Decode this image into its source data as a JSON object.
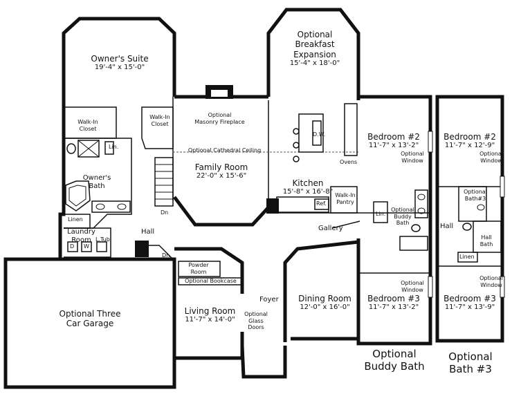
{
  "labels": {
    "owners_suite": {
      "name": "Owner's Suite",
      "dims": "19'-4\" x 15'-0\""
    },
    "breakfast": {
      "line1": "Optional",
      "line2": "Breakfast",
      "line3": "Expansion",
      "dims": "15'-4\" x 18'-0\""
    },
    "fireplace": {
      "line1": "Optional",
      "line2": "Masonry Fireplace"
    },
    "walkin_left": {
      "line1": "Walk-In",
      "line2": "Closet"
    },
    "walkin_right": {
      "line1": "Walk-In",
      "line2": "Closet"
    },
    "lin_owner": "Lin.",
    "owners_bath": {
      "line1": "Owner's",
      "line2": "Bath"
    },
    "cathedral": "Optional Cathedral Ceiling",
    "family_room": {
      "name": "Family Room",
      "dims": "22'-0\" x 15'-6\""
    },
    "kitchen": {
      "name": "Kitchen",
      "dims": "15'-8\" x 16'-8\""
    },
    "dw": "D.W.",
    "ovens": "Ovens",
    "ref": "Ref.",
    "walkin_pantry": {
      "line1": "Walk-In",
      "line2": "Pantry"
    },
    "linen": "Linen",
    "laundry": {
      "line1": "Laundry",
      "line2": "Room"
    },
    "laundry_d": "D",
    "laundry_w": "W",
    "laundry_tub": "L.Tub",
    "hall": "Hall",
    "dn_stair": "Dn",
    "dn_hall": "Dn",
    "gallery": "Gallery",
    "powder": {
      "line1": "Powder",
      "line2": "Room"
    },
    "bookcase": "Optional Bookcase",
    "living_room": {
      "name": "Living Room",
      "dims": "11'-7\" x 14'-0\""
    },
    "foyer": "Foyer",
    "glass_doors": {
      "line1": "Optional",
      "line2": "Glass",
      "line3": "Doors"
    },
    "dining_room": {
      "name": "Dining Room",
      "dims": "12'-0\" x 16'-0\""
    },
    "garage": {
      "line1": "Optional Three",
      "line2": "Car Garage"
    },
    "bed2_buddy": {
      "name": "Bedroom #2",
      "dims": "11'-7\" x 13'-2\"",
      "win1": "Optional",
      "win2": "Window"
    },
    "lin_buddy": "Lin.",
    "buddy_bath": {
      "line1": "Optional",
      "line2": "Buddy",
      "line3": "Bath"
    },
    "bed3_buddy": {
      "name": "Bedroom #3",
      "dims": "11'-7\" x 13'-2\"",
      "win1": "Optional",
      "win2": "Window"
    },
    "bed2_b3": {
      "name": "Bedroom #2",
      "dims": "11'-7\" x 12'-9\"",
      "win1": "Optional",
      "win2": "Window"
    },
    "bath3_opt": {
      "line1": "Optional",
      "line2": "Bath#3"
    },
    "hall_right": "Hall",
    "hall_bath": {
      "line1": "Hall",
      "line2": "Bath"
    },
    "linen_right": "Linen",
    "bed3_b3": {
      "name": "Bedroom #3",
      "dims": "11'-7\" x 13'-9\"",
      "win1": "Optional",
      "win2": "Window"
    },
    "caption_buddy": {
      "line1": "Optional",
      "line2": "Buddy Bath"
    },
    "caption_bath3": {
      "line1": "Optional",
      "line2": "Bath #3"
    }
  }
}
